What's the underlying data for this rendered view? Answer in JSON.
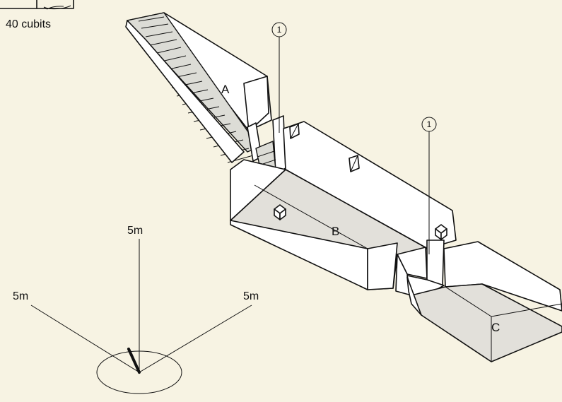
{
  "scale_bar": {
    "label": "40 cubits"
  },
  "section_labels": {
    "a": "A",
    "b": "B",
    "c": "C"
  },
  "markers": {
    "m1": "1",
    "m2": "1"
  },
  "axes": {
    "up": "5m",
    "left": "5m",
    "right": "5m"
  },
  "colors": {
    "background": "#f7f3e3",
    "floor": "#e2e0da",
    "wall": "#ffffff",
    "line": "#111111"
  }
}
